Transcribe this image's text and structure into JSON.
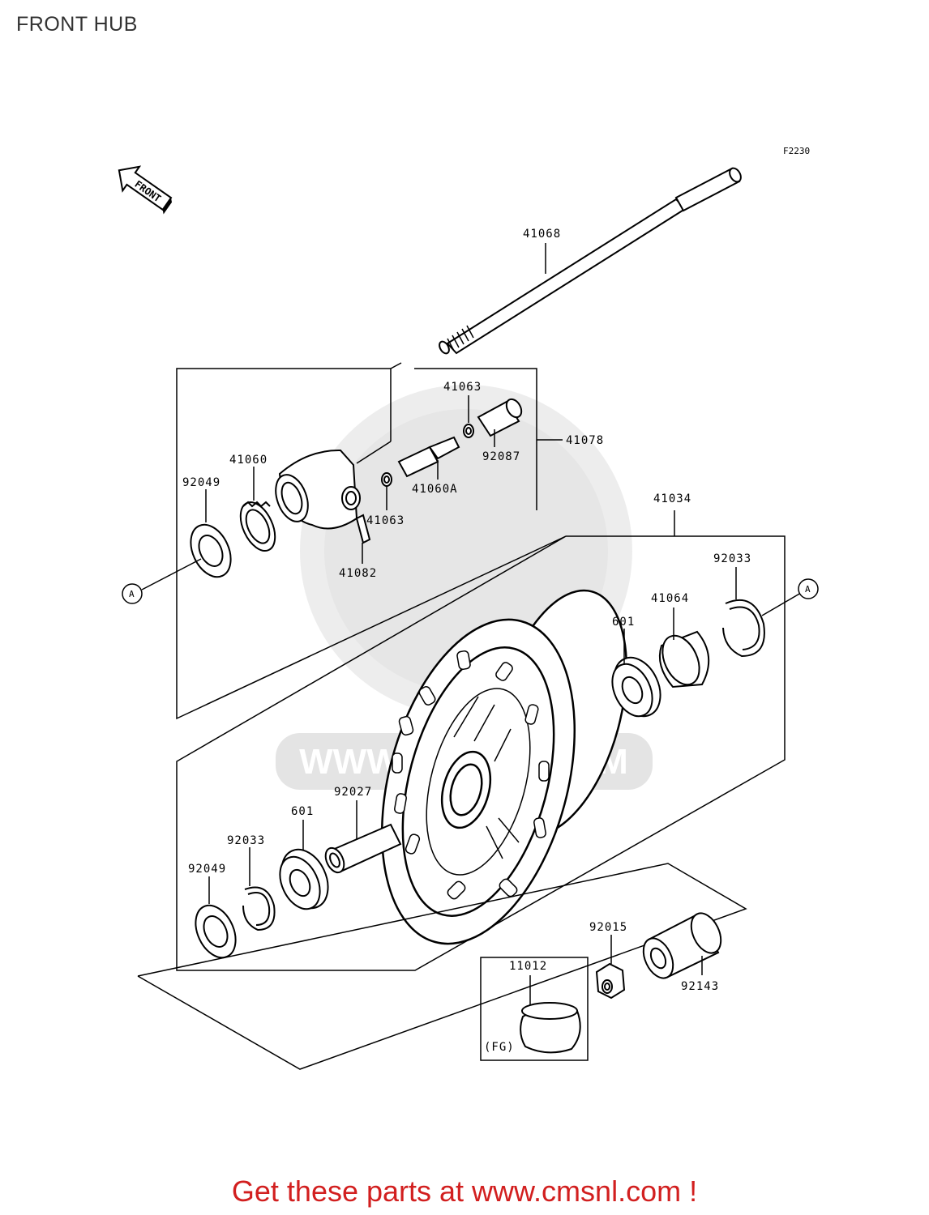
{
  "page": {
    "title": "FRONT HUB",
    "diagram_code": "F2230",
    "footer": "Get these parts at www.cmsnl.com !",
    "watermark": "WWW.CMSNL.COM"
  },
  "direction_arrow": {
    "label": "FRONT"
  },
  "reference_marks": {
    "a_left": "A",
    "a_right": "A"
  },
  "parts": {
    "p41068": "41068",
    "p41063_top": "41063",
    "p92087": "92087",
    "p41078": "41078",
    "p41060": "41060",
    "p92049_top": "92049",
    "p41060A": "41060A",
    "p41063_mid": "41063",
    "p41082": "41082",
    "p41034": "41034",
    "p92033_right": "92033",
    "p41064": "41064",
    "p601_right": "601",
    "p92027": "92027",
    "p601_left": "601",
    "p92033_left": "92033",
    "p92049_bottom": "92049",
    "p92015": "92015",
    "p11012": "11012",
    "p92143": "92143",
    "fg_note": "(FG)"
  },
  "colors": {
    "line": "#000000",
    "footer": "#d21f1f",
    "watermark": "#d6d6d6",
    "title": "#333333"
  }
}
